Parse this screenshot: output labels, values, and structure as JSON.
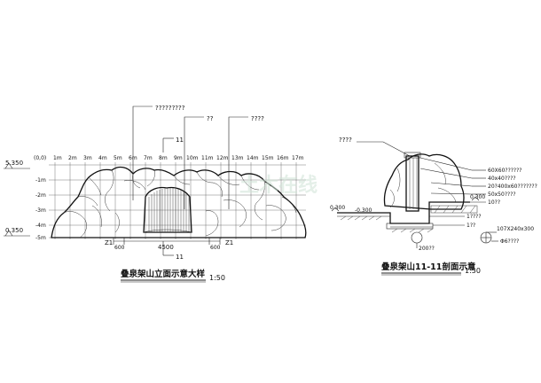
{
  "elevation": {
    "level_labels": [
      "5.350",
      "0.350"
    ],
    "row_labels": [
      "-1m",
      "-2m",
      "-3m",
      "-4m",
      "-5m"
    ],
    "origin_label": "(0,0)",
    "column_labels": [
      "1m",
      "2m",
      "3m",
      "4m",
      "5m",
      "6m",
      "7m",
      "8m",
      "9m",
      "10m",
      "11m",
      "12m",
      "13m",
      "14m",
      "15m",
      "16m",
      "17m"
    ],
    "callouts": [
      "?????????",
      "??",
      "????"
    ],
    "section_mark_top": "11",
    "section_mark_bottom": "11",
    "zone_labels": [
      "Z1",
      "Z1"
    ],
    "dim_left": "600",
    "dim_main": "4500",
    "dim_right": "600",
    "title": "叠泉架山立面示意大样",
    "scale": "1:50"
  },
  "section": {
    "top_callout": "????",
    "right_labels": [
      "60X60??????",
      "40x40????",
      "20?400x60???????",
      "50x50????",
      "10??"
    ],
    "bottom_labels": [
      "1????",
      "1??",
      "200??",
      "107X240x300",
      "Φ6????"
    ],
    "level_left": "0.300",
    "level_mid": "-0.300",
    "level_right": "0.300",
    "title": "叠泉架山11-11剖面示意",
    "scale": "1:50"
  },
  "watermark": "土木在线"
}
